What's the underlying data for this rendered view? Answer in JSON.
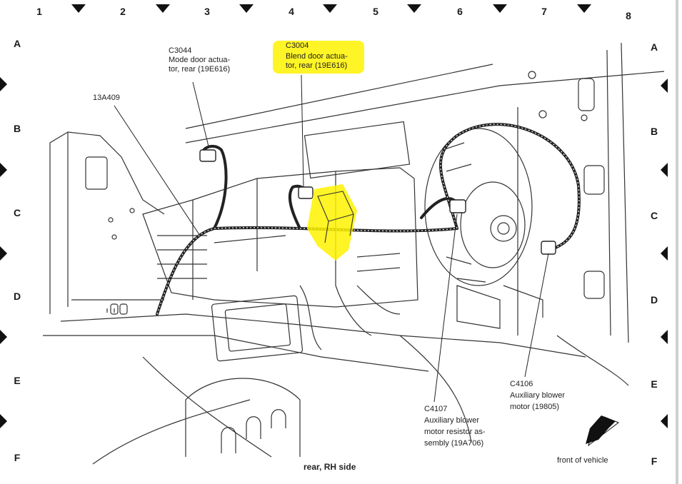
{
  "grid": {
    "columns": [
      "1",
      "2",
      "3",
      "4",
      "5",
      "6",
      "7",
      "8"
    ],
    "rows": [
      "A",
      "B",
      "C",
      "D",
      "E",
      "F"
    ]
  },
  "callouts": {
    "c3044": {
      "id": "C3044",
      "line1": "Mode door actua-",
      "line2": "tor, rear (19E616)"
    },
    "c3004": {
      "id": "C3004",
      "line1": "Blend door actua-",
      "line2": "tor, rear (19E616)"
    },
    "wire": {
      "id": "13A409"
    },
    "c4106": {
      "id": "C4106",
      "line1": "Auxiliary blower",
      "line2": "motor (19805)"
    },
    "c4107": {
      "id": "C4107",
      "line1": "Auxiliary blower",
      "line2": "motor resistor as-",
      "line3": "sembly (19A706)"
    }
  },
  "caption": "rear, RH side",
  "direction_label": "front of vehicle",
  "colors": {
    "highlight": "#fff200",
    "ink": "#1a1a1a",
    "line": "#333333"
  }
}
